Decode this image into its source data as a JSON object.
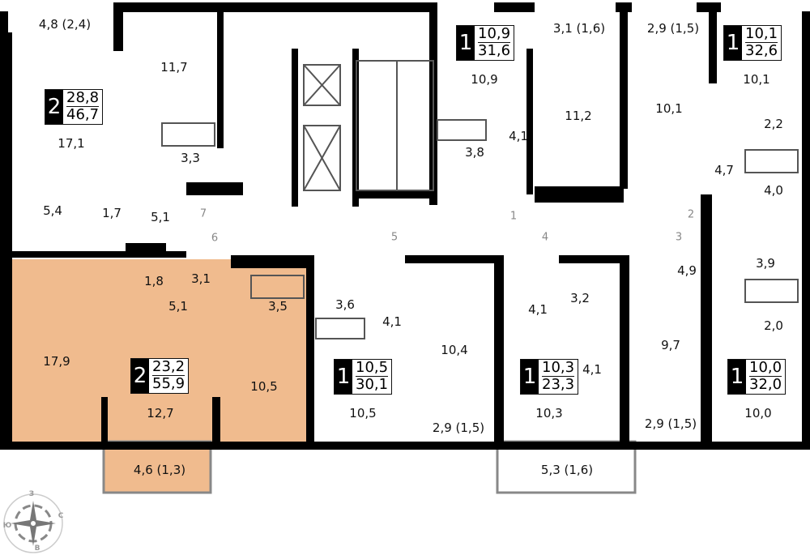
{
  "rooms": [
    "4,8 (2,4)",
    "11,7",
    "17,1",
    "3,3",
    "5,4",
    "1,7",
    "5,1",
    "1,8",
    "3,1",
    "5,1",
    "3,5",
    "3,6",
    "17,9",
    "12,7",
    "10,5",
    "4,6 (1,3)",
    "10,9",
    "3,8",
    "4,1",
    "3,1 (1,6)",
    "11,2",
    "2,9 (1,5)",
    "10,1",
    "10,1",
    "2,2",
    "4,7",
    "4,0",
    "3,9",
    "4,9",
    "2,0",
    "9,7",
    "10,0",
    "2,9 (1,5)",
    "10,5",
    "4,1",
    "10,4",
    "2,9 (1,5)",
    "4,1",
    "3,2",
    "4,1",
    "10,3",
    "5,3 (1,6)"
  ],
  "apartments": [
    {
      "rooms": "2",
      "living": "28,8",
      "total": "46,7"
    },
    {
      "rooms": "2",
      "living": "23,2",
      "total": "55,9"
    },
    {
      "rooms": "1",
      "living": "10,9",
      "total": "31,6"
    },
    {
      "rooms": "1",
      "living": "10,1",
      "total": "32,6"
    },
    {
      "rooms": "1",
      "living": "10,5",
      "total": "30,1"
    },
    {
      "rooms": "1",
      "living": "10,3",
      "total": "23,3"
    },
    {
      "rooms": "1",
      "living": "10,0",
      "total": "32,0"
    }
  ],
  "door_numbers": [
    "1",
    "2",
    "3",
    "4",
    "5",
    "6",
    "7"
  ],
  "compass": {
    "north": "С",
    "south": "Ю",
    "west": "З",
    "east": "В"
  },
  "colors": {
    "highlight": "#f0bb8e",
    "wall": "#000000"
  }
}
